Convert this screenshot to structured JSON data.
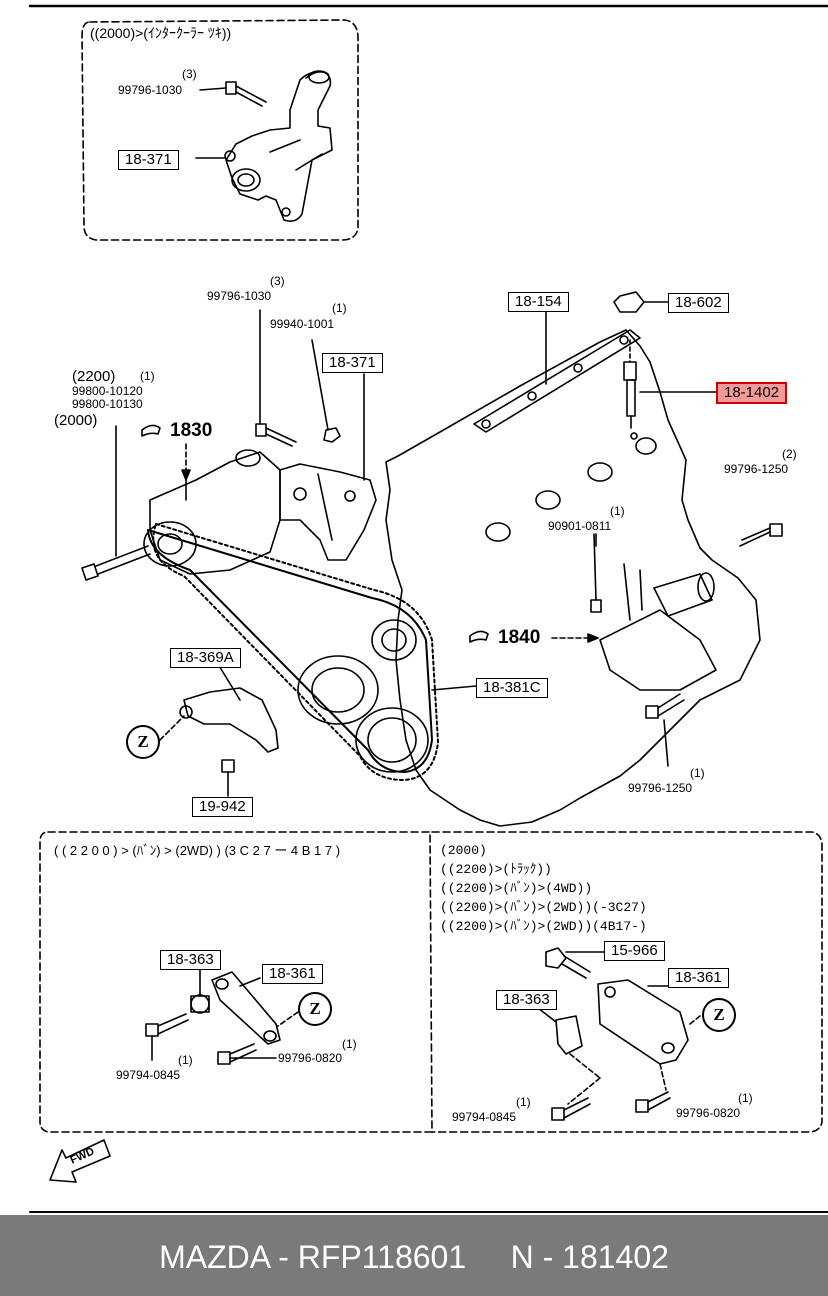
{
  "top_inset": {
    "condition": "((2000)>(ｲﾝﾀｰｸｰﾗｰ ﾂｷ))",
    "bolt_part": "99796-1030",
    "bolt_qty": "(3)",
    "bracket_part": "18-371"
  },
  "main": {
    "bolt_top_part": "99796-1030",
    "bolt_top_qty": "(3)",
    "nut_part": "99940-1001",
    "nut_qty": "(1)",
    "bracket_part": "18-371",
    "rail_part": "18-154",
    "cap_part": "18-602",
    "plug_part": "18-1402",
    "left_variant": "(2200)",
    "left_qty": "(1)",
    "left_bolt_a": "99800-10120",
    "left_bolt_b": "99800-10130",
    "left_variant_b": "(2000)",
    "ref_1830": "1830",
    "ref_1840": "1840",
    "bolt_right_part": "99796-1250",
    "bolt_right_qty": "(2)",
    "sensor_part": "90901-0811",
    "sensor_qty": "(1)",
    "tensioner_part": "18-369A",
    "belt_part": "18-381C",
    "bracket_low_part": "19-942",
    "bolt_low_part": "99796-1250",
    "bolt_low_qty": "(1)",
    "z_marker": "Z"
  },
  "bottom_left": {
    "condition": "( ( 2 2 0 0 ) > (ﾊﾞﾝ) > (2WD) ) (3 C 2 7 ー 4 B 1 7 )",
    "spacer_part": "18-363",
    "arm_part": "18-361",
    "bolt_a_part": "99794-0845",
    "bolt_a_qty": "(1)",
    "bolt_b_part": "99796-0820",
    "bolt_b_qty": "(1)",
    "z_marker": "Z"
  },
  "bottom_right": {
    "conditions": [
      "(2000)",
      "((2200)>(ﾄﾗｯｸ))",
      "((2200)>(ﾊﾞﾝ)>(4WD))",
      "((2200)>(ﾊﾞﾝ)>(2WD))(-3C27)",
      "((2200)>(ﾊﾞﾝ)>(2WD))(4B17-)"
    ],
    "bolt_top_part": "15-966",
    "bracket_part": "18-361",
    "spacer_part": "18-363",
    "bolt_a_part": "99794-0845",
    "bolt_a_qty": "(1)",
    "bolt_b_part": "99796-0820",
    "bolt_b_qty": "(1)",
    "z_marker": "Z"
  },
  "fwd_label": "FWD",
  "footer": {
    "text": "MAZDA - RFP118601     N - 181402"
  },
  "colors": {
    "highlight_fill": "#f59a9a",
    "highlight_border": "#d00000",
    "footer_bg": "#7a7a7a"
  }
}
